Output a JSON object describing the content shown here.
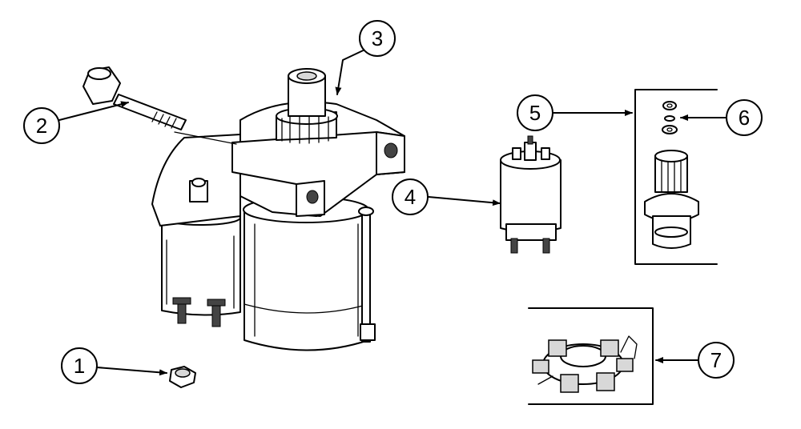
{
  "callouts": [
    {
      "id": "c1",
      "label": "1"
    },
    {
      "id": "c2",
      "label": "2"
    },
    {
      "id": "c3",
      "label": "3"
    },
    {
      "id": "c4",
      "label": "4"
    },
    {
      "id": "c5",
      "label": "5"
    },
    {
      "id": "c6",
      "label": "6"
    },
    {
      "id": "c7",
      "label": "7"
    }
  ],
  "parts": [
    "nut",
    "bolt",
    "starter-motor",
    "solenoid",
    "pinion-drive-kit",
    "drive-retaining-hardware",
    "brush-holder"
  ]
}
